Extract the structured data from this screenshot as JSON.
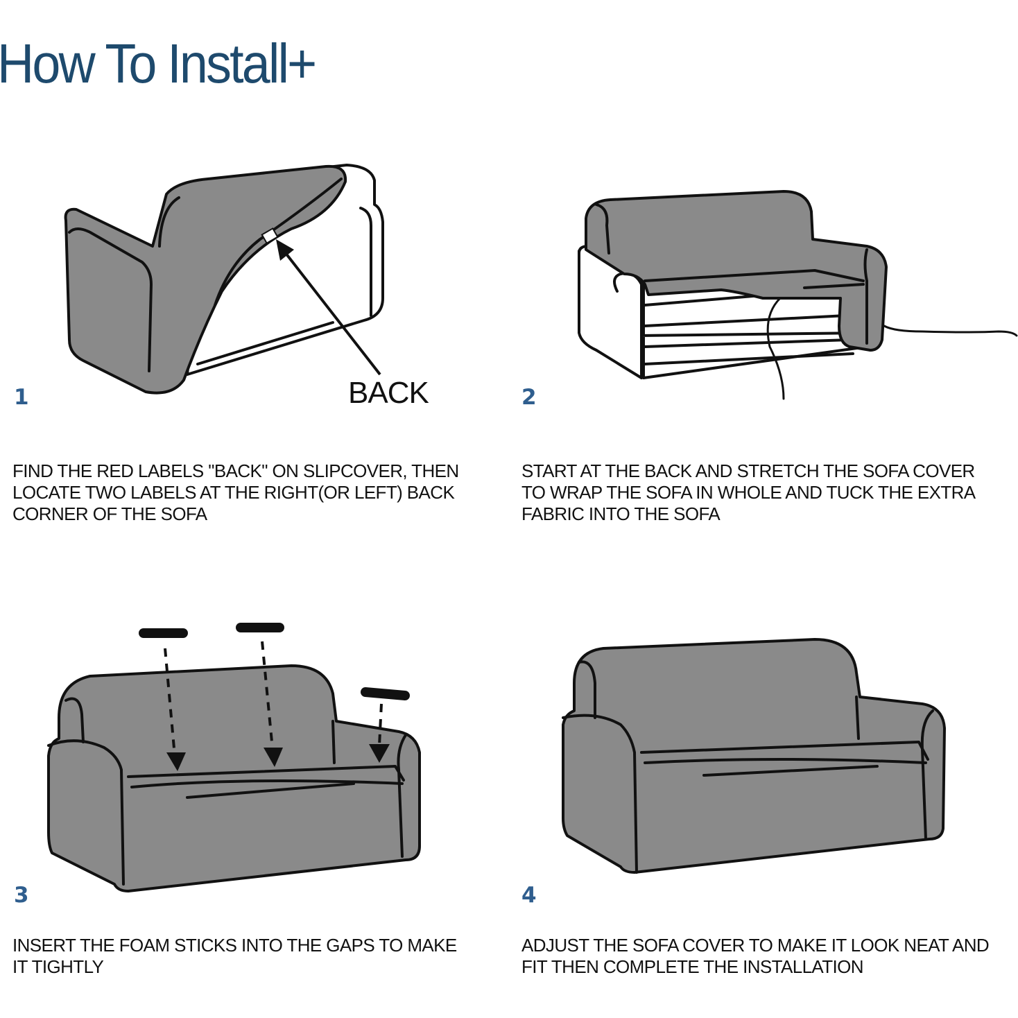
{
  "title": "How To Install+",
  "colors": {
    "title": "#1e4a6d",
    "step_number": "#2f5e8e",
    "cover_fill": "#888888",
    "outline": "#111111"
  },
  "steps": [
    {
      "number": "1",
      "callout": "BACK",
      "text": "FIND THE RED LABELS \"BACK\" ON SLIPCOVER, THEN\nLOCATE TWO LABELS AT THE RIGHT(OR LEFT) BACK\nCORNER OF THE SOFA"
    },
    {
      "number": "2",
      "text": "START AT THE BACK AND STRETCH THE SOFA COVER\nTO WRAP THE SOFA IN WHOLE AND TUCK THE EXTRA\nFABRIC INTO THE SOFA"
    },
    {
      "number": "3",
      "text": "INSERT THE FOAM STICKS INTO THE GAPS TO MAKE\nIT TIGHTLY"
    },
    {
      "number": "4",
      "text": "ADJUST THE SOFA COVER TO MAKE IT LOOK NEAT AND\nFIT THEN COMPLETE THE INSTALLATION"
    }
  ]
}
